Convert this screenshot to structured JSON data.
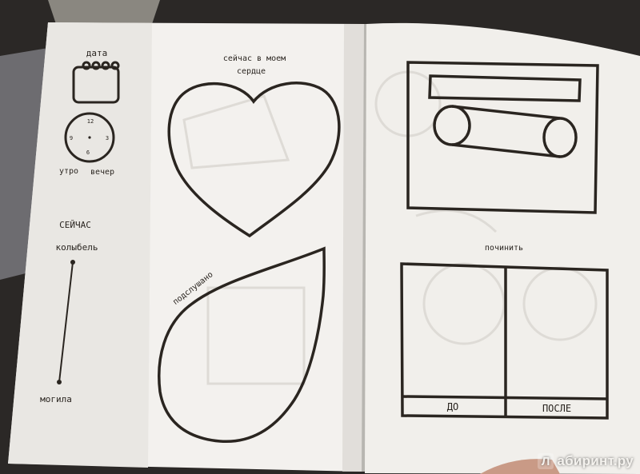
{
  "left_page": {
    "date_label": "дата",
    "clock": {
      "n12": "12",
      "n3": "3",
      "n6": "6",
      "n9": "9"
    },
    "morning_label": "утро",
    "evening_label": "вечер",
    "now_label": "СЕЙЧАС",
    "cradle_label": "колыбель",
    "grave_label": "могила"
  },
  "middle_page": {
    "heart_caption_line1": "сейчас в моем",
    "heart_caption_line2": "сердце",
    "drop_caption": "подслушано"
  },
  "right_page": {
    "repair_label": "починить",
    "before_label": "ДО",
    "after_label": "ПОСЛЕ"
  },
  "watermark": {
    "badge": "Л",
    "text": "абиринт.ру"
  },
  "colors": {
    "ink": "#2a2520",
    "paper": "#f3f1ee",
    "paper_shadow": "#e4e2de",
    "background": "#2b2826"
  }
}
